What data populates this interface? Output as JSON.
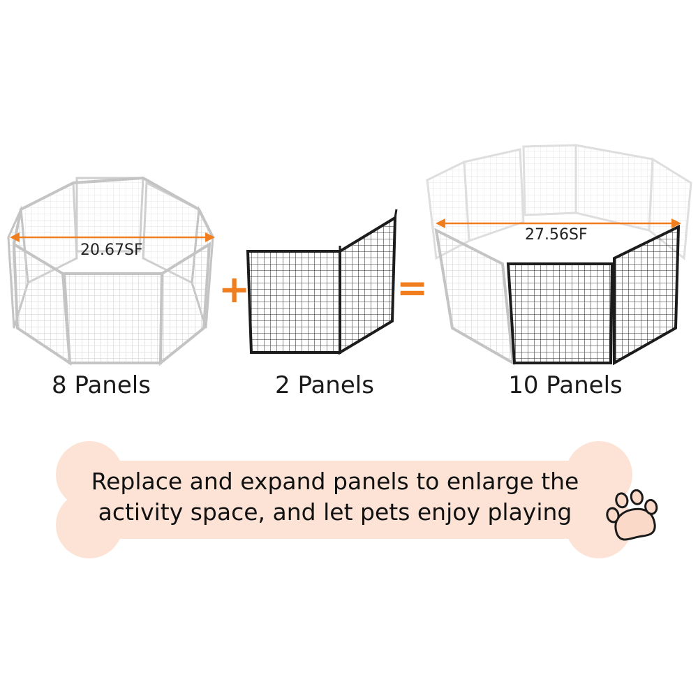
{
  "left_pen": {
    "label": "8 Panels",
    "area": "20.67SF"
  },
  "added": {
    "label": "2 Panels"
  },
  "right_pen": {
    "label": "10 Panels",
    "area": "27.56SF"
  },
  "operators": {
    "plus": "+",
    "equals": "="
  },
  "caption": {
    "line1": "Replace and expand panels to enlarge the",
    "line2": "activity space, and let pets enjoy playing"
  },
  "colors": {
    "accent": "#f07d1e",
    "bone": "#fde3d6",
    "light_panel": "#c9c9c9",
    "dark_panel": "#1c1c1c"
  },
  "icons": [
    "paw-icon"
  ]
}
